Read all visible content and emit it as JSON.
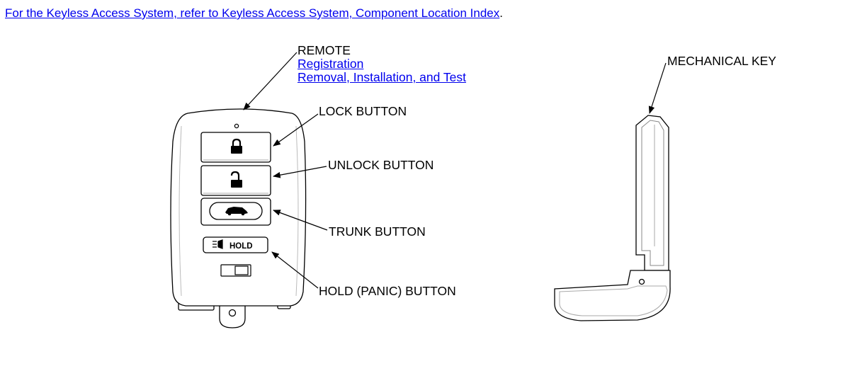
{
  "intro": {
    "prefix": "For the Keyless Access System, refer to Keyless Access System, Component Location Index",
    "suffix": "."
  },
  "labels": {
    "remote": "REMOTE",
    "registration_link": "Registration",
    "removal_link": "Removal, Installation, and Test",
    "lock_button": "LOCK BUTTON",
    "unlock_button": "UNLOCK BUTTON",
    "trunk_button": "TRUNK BUTTON",
    "hold_button": "HOLD (PANIC) BUTTON",
    "mechanical_key": "MECHANICAL KEY"
  },
  "fob": {
    "hold_text": "HOLD"
  },
  "colors": {
    "link": "#0000ee",
    "fob_fill": "#ffffff",
    "line": "#000000",
    "shade": "#d9d9d9"
  }
}
